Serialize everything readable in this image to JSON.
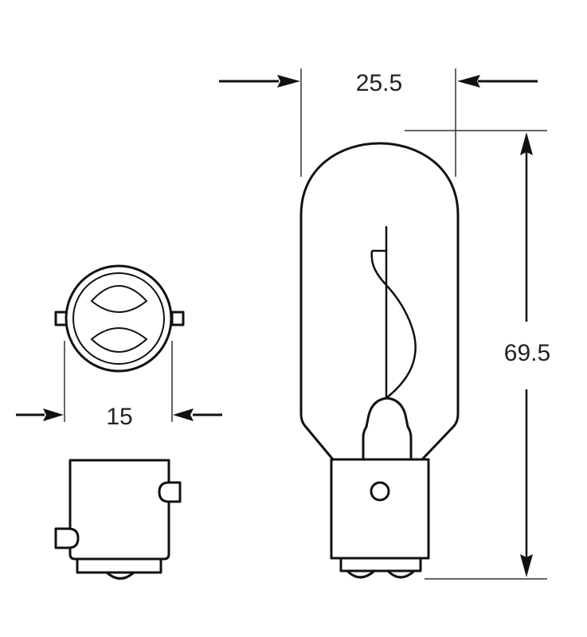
{
  "diagram": {
    "title": "",
    "type": "technical-dimension-drawing",
    "subject": "tubular bulb with double-contact bayonet base",
    "colors": {
      "line": "#111111",
      "dimension_line": "#333333",
      "text": "#222222",
      "background": "#ffffff"
    },
    "views": [
      {
        "name": "side-view",
        "description": "bulb side elevation with filament"
      },
      {
        "name": "base-end-view",
        "description": "base viewed from contact end"
      },
      {
        "name": "base-side-view",
        "description": "base side elevation with bayonet pins"
      }
    ],
    "dimensions": {
      "bulb_diameter": {
        "label": "25.5",
        "orientation": "horizontal"
      },
      "overall_length": {
        "label": "69.5",
        "orientation": "vertical"
      },
      "base_diameter": {
        "label": "15",
        "orientation": "horizontal"
      }
    }
  }
}
